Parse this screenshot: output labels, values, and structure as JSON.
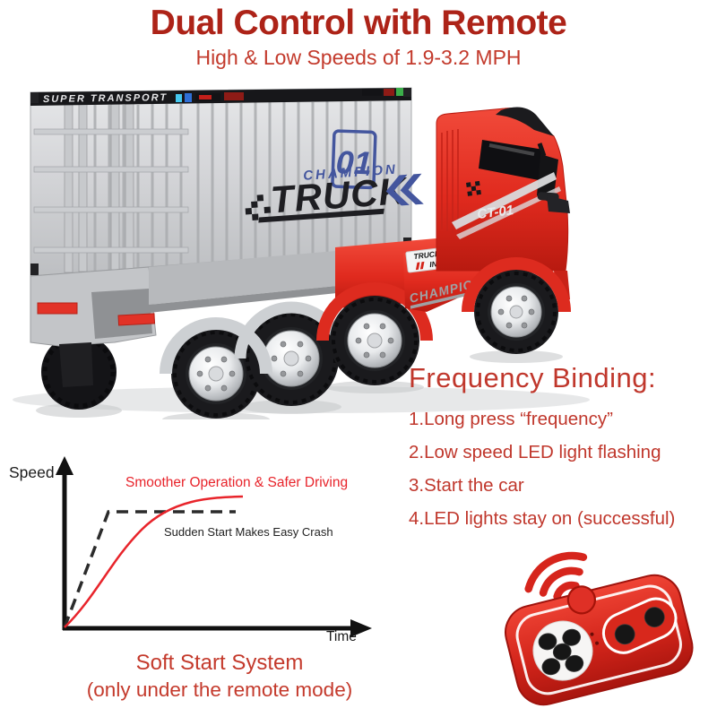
{
  "header": {
    "title": "Dual Control with Remote",
    "subtitle": "High & Low Speeds of 1.9-3.2 MPH"
  },
  "truck": {
    "banner": "SUPER TRANSPORT",
    "container_number": "01",
    "logo_top": "CHAMPION",
    "logo_main": "TRUCK",
    "cab_code": "CT-01",
    "sticker_line1": "TRUCK",
    "sticker_line2": "IN",
    "skirt_decal": "CHAMPION"
  },
  "frequency": {
    "heading": "Frequency Binding:",
    "steps": [
      "1.Long press “frequency”",
      "2.Low speed LED light flashing",
      "3.Start the car",
      "4.LED lights stay on (successful)"
    ]
  },
  "chart": {
    "y_axis_label": "Speed",
    "x_axis_label": "Time",
    "series1_label": "Smoother Operation & Safer Driving",
    "series2_label": "Sudden Start Makes Easy Crash"
  },
  "caption": {
    "line1": "Soft Start System",
    "line2": "(only under the remote mode)"
  },
  "chart_data": {
    "type": "line",
    "title": "Soft Start System (only under the remote mode)",
    "xlabel": "Time",
    "ylabel": "Speed",
    "x_range": [
      0,
      10
    ],
    "y_range": [
      0,
      10
    ],
    "grid": false,
    "tick_labels": "none (conceptual axes with arrowheads)",
    "series": [
      {
        "name": "Smoother Operation & Safer Driving",
        "color": "#e8242b",
        "line_style": "solid",
        "x": [
          0,
          1,
          2,
          3,
          4,
          5,
          6,
          6.8
        ],
        "y": [
          0,
          1.4,
          3.2,
          5.0,
          6.2,
          6.9,
          7.2,
          7.3
        ]
      },
      {
        "name": "Sudden Start Makes Easy Crash",
        "color": "#2b2b2b",
        "line_style": "dashed",
        "x": [
          0,
          1.7,
          6.6
        ],
        "y": [
          0,
          6.4,
          6.4
        ]
      }
    ],
    "annotations": [
      {
        "text": "Smoother Operation & Safer Driving",
        "color": "#e8242b",
        "position": "above red curve, upper right"
      },
      {
        "text": "Sudden Start Makes Easy Crash",
        "color": "#2b2b2b",
        "position": "below dashed plateau"
      }
    ]
  },
  "colors": {
    "title": "#ad2318",
    "body_red": "#c0372c",
    "chart_red": "#e8242b",
    "truck_red": "#e02a1e",
    "container_silver": "#cfd0d3",
    "remote_red": "#d2241a",
    "ink": "#1a1a1a"
  }
}
